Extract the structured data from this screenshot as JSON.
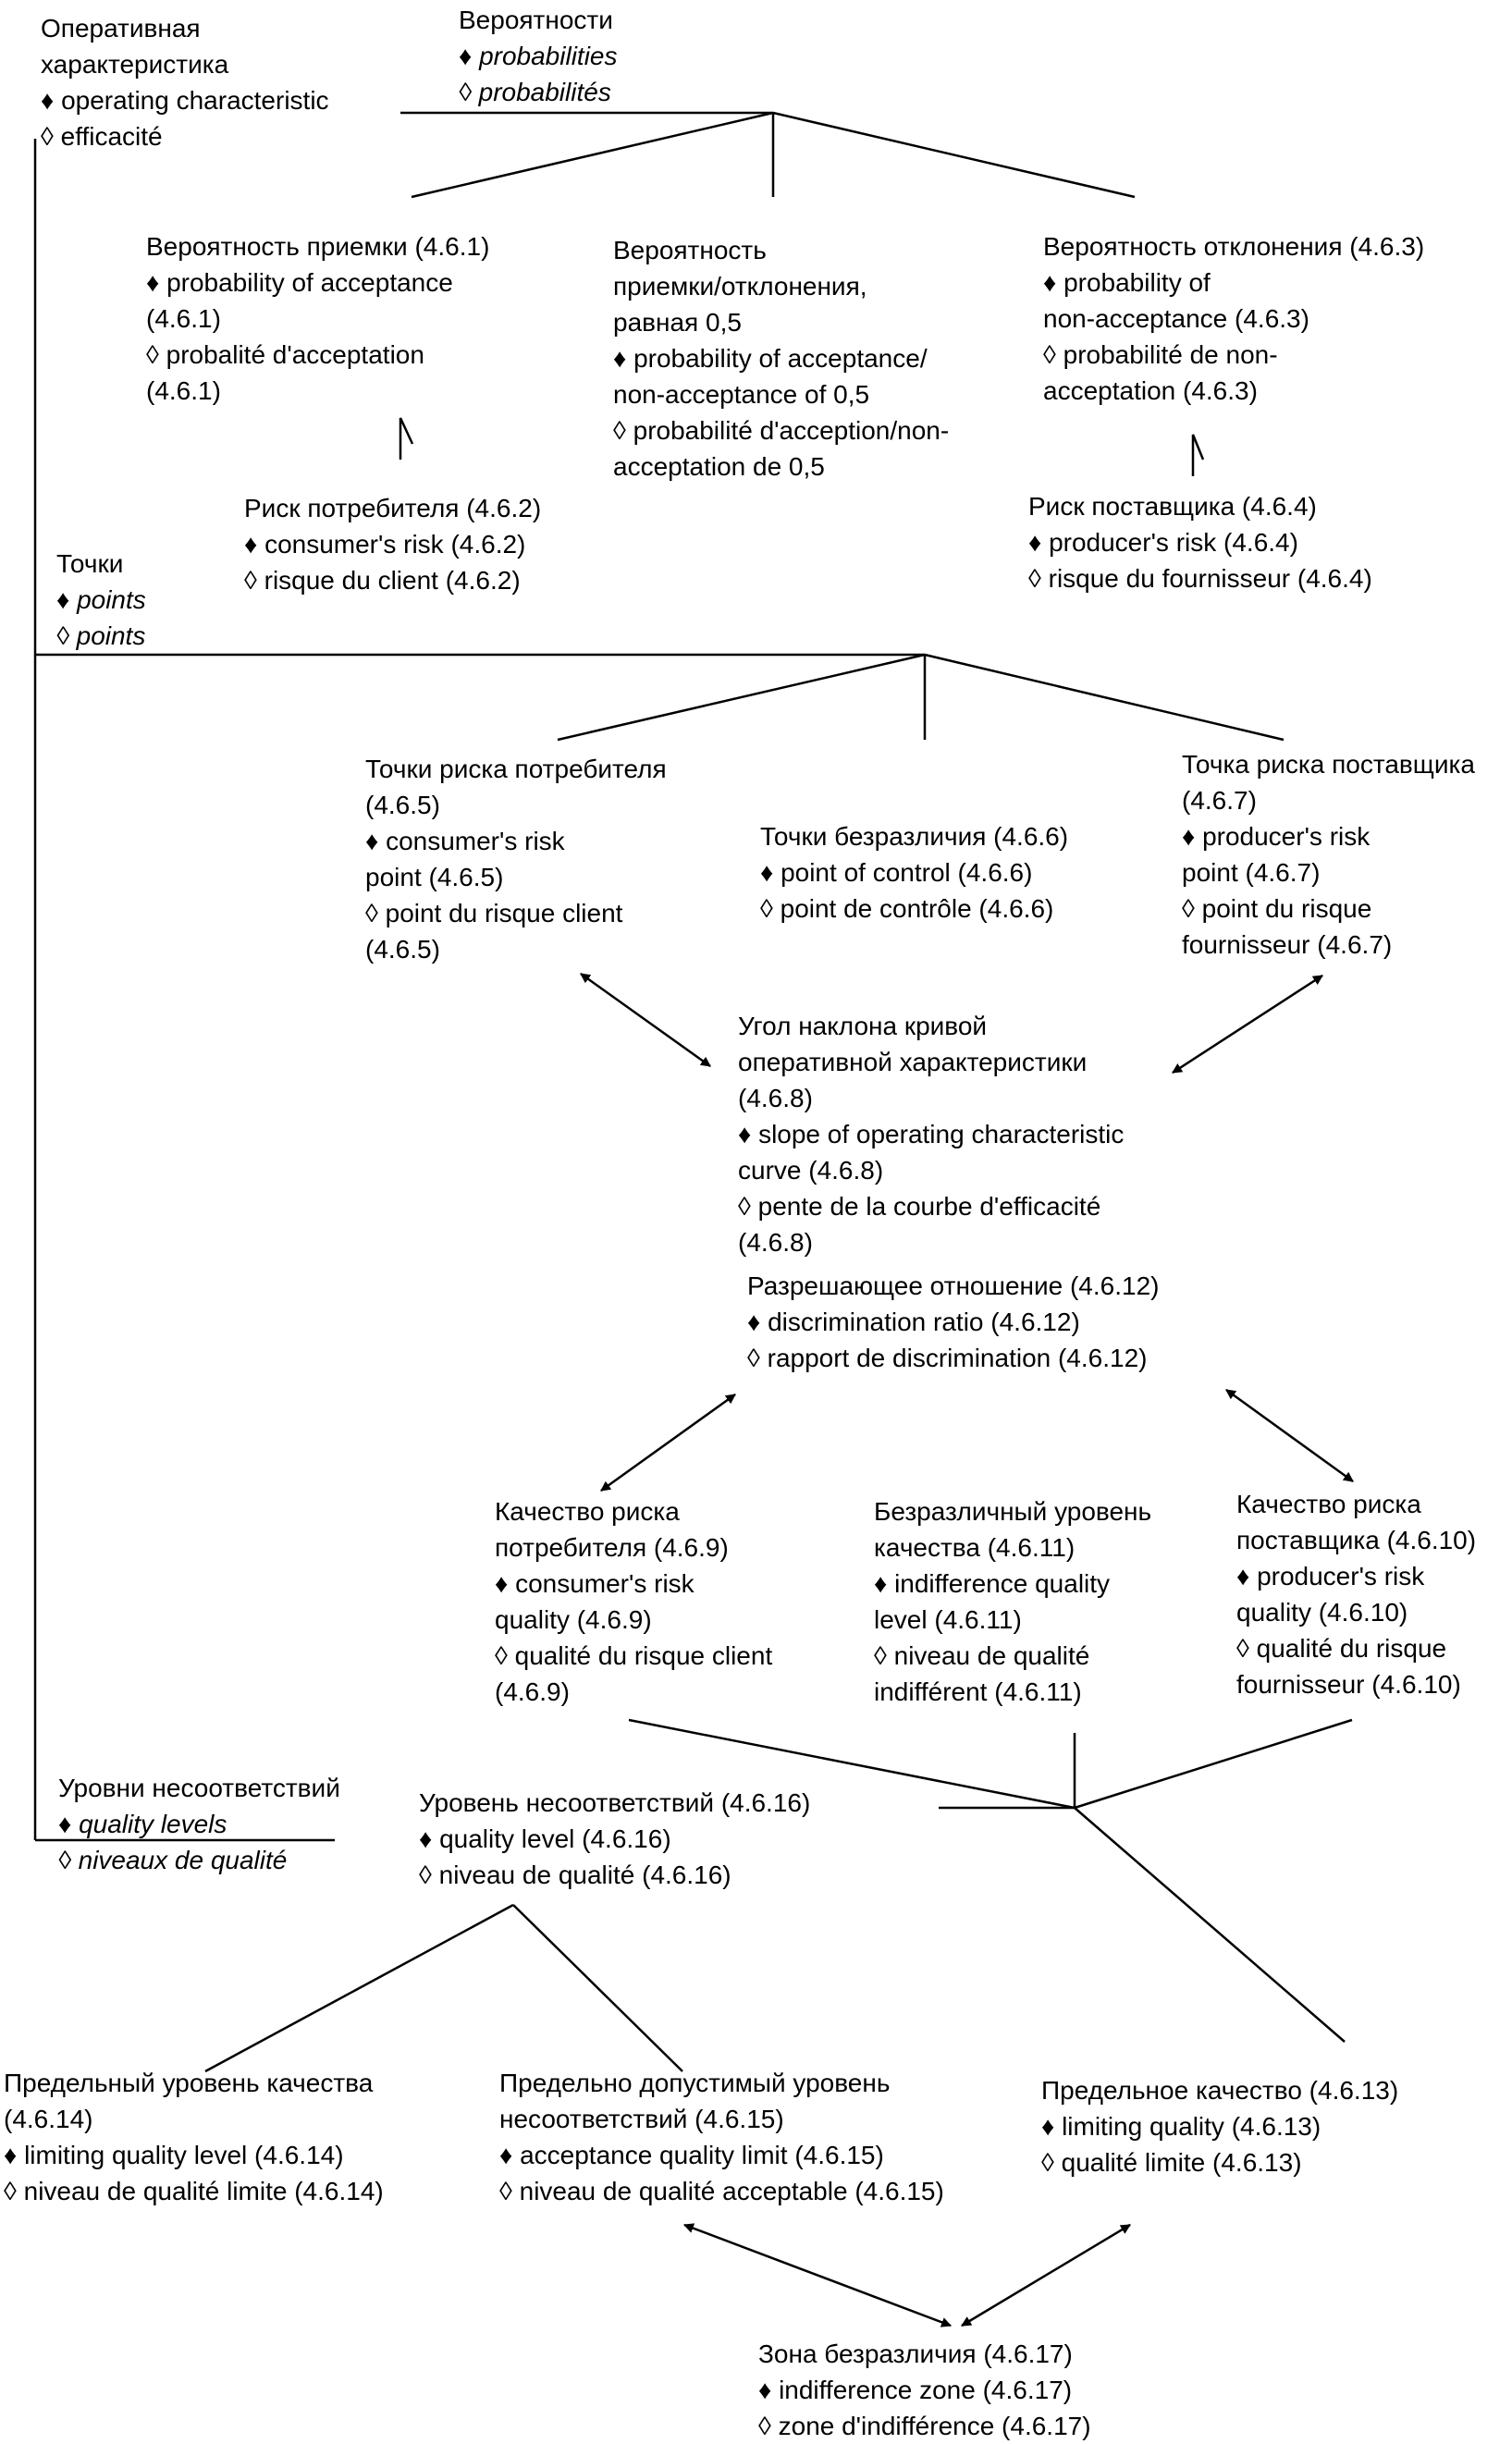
{
  "symbols": {
    "en": "♦",
    "fr": "◊"
  },
  "nodes": {
    "operating_characteristic": {
      "lines": [
        "Оперативная",
        "характеристика",
        "♦ operating characteristic",
        "◊ efficacité"
      ]
    },
    "probabilities_group": {
      "lines": [
        "Вероятности",
        "♦ probabilities",
        "◊ probabilités"
      ]
    },
    "prob_acceptance": {
      "lines": [
        "Вероятность приемки (4.6.1)",
        "♦ probability of acceptance",
        "(4.6.1)",
        "◊ probalité d'acceptation",
        "(4.6.1)"
      ]
    },
    "prob_acceptance_half": {
      "lines": [
        "Вероятность",
        "приемки/отклонения,",
        "равная 0,5",
        "♦ probability of acceptance/",
        "non-acceptance of 0,5",
        "◊ probabilité d'acception/non-",
        "acceptation de 0,5"
      ]
    },
    "prob_rejection": {
      "lines": [
        "Вероятность отклонения (4.6.3)",
        "♦ probability of",
        "non-acceptance (4.6.3)",
        "◊ probabilité de non-",
        "acceptation (4.6.3)"
      ]
    },
    "consumer_risk": {
      "lines": [
        "Риск потребителя (4.6.2)",
        "♦ consumer's risk (4.6.2)",
        "◊ risque du client (4.6.2)"
      ]
    },
    "producer_risk": {
      "lines": [
        "Риск поставщика (4.6.4)",
        "♦ producer's risk (4.6.4)",
        "◊ risque du fournisseur (4.6.4)"
      ]
    },
    "points_group": {
      "lines": [
        "Точки",
        "♦ points",
        "◊ points"
      ]
    },
    "consumer_risk_point": {
      "lines": [
        "Точки риска потребителя",
        "(4.6.5)",
        "♦ consumer's risk",
        "point (4.6.5)",
        "◊ point du risque client",
        "(4.6.5)"
      ]
    },
    "indifference_point": {
      "lines": [
        "Точки безразличия (4.6.6)",
        "♦ point of control (4.6.6)",
        "◊ point de contrôle (4.6.6)"
      ]
    },
    "producer_risk_point": {
      "lines": [
        "Точка риска поставщика",
        "(4.6.7)",
        "♦ producer's risk",
        "point (4.6.7)",
        "◊ point du risque",
        "fournisseur (4.6.7)"
      ]
    },
    "oc_slope": {
      "lines": [
        "Угол наклона кривой",
        "оперативной характеристики",
        "(4.6.8)",
        "♦ slope of operating characteristic",
        "curve (4.6.8)",
        "◊ pente de la courbe d'efficacité",
        "(4.6.8)"
      ]
    },
    "discrimination_ratio": {
      "lines": [
        "Разрешающее отношение (4.6.12)",
        "♦ discrimination ratio (4.6.12)",
        "◊ rapport de discrimination (4.6.12)"
      ]
    },
    "consumer_risk_quality": {
      "lines": [
        "Качество риска",
        "потребителя (4.6.9)",
        "♦ consumer's risk",
        "quality (4.6.9)",
        "◊ qualité du risque client",
        "(4.6.9)"
      ]
    },
    "indifference_quality": {
      "lines": [
        "Безразличный уровень",
        "качества (4.6.11)",
        "♦ indifference quality",
        "level (4.6.11)",
        "◊ niveau de qualité",
        "indifférent (4.6.11)"
      ]
    },
    "producer_risk_quality": {
      "lines": [
        "Качество риска",
        "поставщика (4.6.10)",
        "♦ producer's risk",
        "quality (4.6.10)",
        "◊ qualité du risque",
        "fournisseur (4.6.10)"
      ]
    },
    "quality_levels_group": {
      "lines": [
        "Уровни несоответствий",
        "♦ quality levels",
        "◊ niveaux de qualité"
      ]
    },
    "quality_level": {
      "lines": [
        "Уровень несоответствий (4.6.16)",
        "♦ quality level (4.6.16)",
        "◊ niveau de qualité (4.6.16)"
      ]
    },
    "limiting_quality_level": {
      "lines": [
        "Предельный уровень качества",
        "(4.6.14)",
        "♦ limiting quality level (4.6.14)",
        "◊ niveau de qualité limite (4.6.14)"
      ]
    },
    "acceptance_quality_limit": {
      "lines": [
        "Предельно допустимый уровень",
        "несоответствий (4.6.15)",
        "♦ acceptance quality limit (4.6.15)",
        "◊ niveau de qualité acceptable (4.6.15)"
      ]
    },
    "limiting_quality": {
      "lines": [
        "Предельное качество (4.6.13)",
        "♦ limiting quality (4.6.13)",
        "◊ qualité limite (4.6.13)"
      ]
    },
    "indifference_zone": {
      "lines": [
        "Зона безразличия (4.6.17)",
        "♦ indifference zone (4.6.17)",
        "◊ zone d'indifférence (4.6.17)"
      ]
    }
  }
}
